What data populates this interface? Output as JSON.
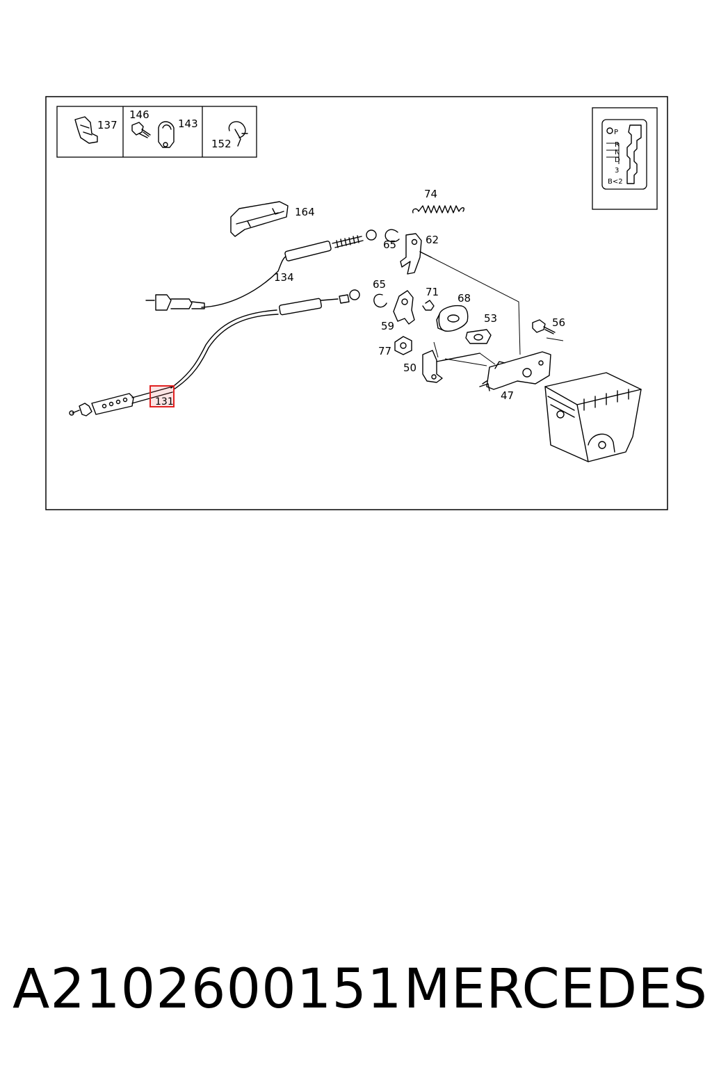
{
  "parts": {
    "p137": "137",
    "p146": "146",
    "p143": "143",
    "p152": "152",
    "p164": "164",
    "p74": "74",
    "p62": "62",
    "p65a": "65",
    "p65b": "65",
    "p71": "71",
    "p68": "68",
    "p53": "53",
    "p56": "56",
    "p59": "59",
    "p77": "77",
    "p50": "50",
    "p47": "47",
    "p134": "134",
    "p131": "131"
  },
  "gear_positions": [
    "P",
    "R",
    "N",
    "D",
    "3",
    "B<2"
  ],
  "highlight": {
    "part": "131",
    "color": "#e02020"
  },
  "caption": {
    "part_number": "A2102600151",
    "brand": "MERCEDES"
  }
}
